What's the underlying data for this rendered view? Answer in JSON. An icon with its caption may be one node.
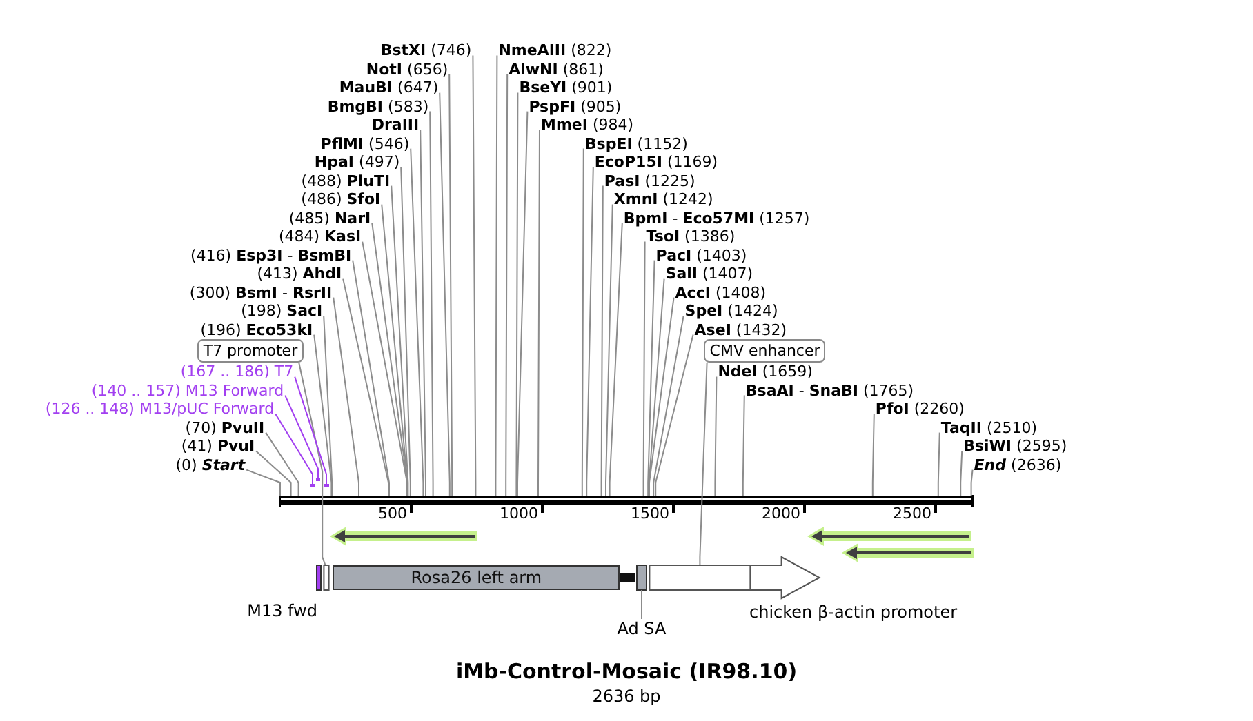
{
  "diagram": {
    "title": "iMb-Control-Mosaic (IR98.10)",
    "caption": "2636 bp",
    "nodes": [
      {
        "text": [
          "(488) **PluTI**"
        ]
      },
      {
        "text": [
          "(486) **SfoI**"
        ]
      },
      {
        "text": [
          "(485) **NarI**"
        ]
      },
      {
        "text": [
          "(484) **KasI**"
        ]
      },
      {
        "text": [
          "(416) **Esp3I** - **BsmBI**"
        ]
      },
      {
        "text": [
          "(413) **AhdI**"
        ]
      },
      {
        "text": [
          "(300) **BsmI** - **RsrII**"
        ]
      },
      {
        "text": [
          "(198) **SacI**"
        ]
      },
      {
        "text": [
          "(196) **Eco53kI**"
        ]
      },
      {
        "text": [
          "T7 promoter"
        ]
      },
      {
        "text": [
          "(167 .. 186) T7"
        ]
      },
      {
        "text": [
          "(140 .. 157) M13 Forward"
        ]
      },
      {
        "text": [
          "(126 .. 148) M13/pUC Forward"
        ]
      },
      {
        "text": [
          "(70) **PvuII**"
        ]
      },
      {
        "text": [
          "(41) **PvuI**"
        ]
      },
      {
        "text": [
          "(0) **Start**"
        ]
      },
      {
        "text": [
          "**HpaI** (497)"
        ]
      },
      {
        "text": [
          "**PflMI** (546)"
        ]
      },
      {
        "text": [
          "**DraIII**"
        ]
      },
      {
        "text": [
          "**BmgBI** (583)"
        ]
      },
      {
        "text": [
          "**MauBI** (647)"
        ]
      },
      {
        "text": [
          "**NotI** (656)"
        ]
      },
      {
        "text": [
          "**BstXI** (746)"
        ]
      },
      {
        "text": [
          "**NmeAIII** (822)"
        ]
      },
      {
        "text": [
          "**AlwNI** (861)"
        ]
      },
      {
        "text": [
          "**BseYI** (901)"
        ]
      },
      {
        "text": [
          "**PspFI** (905)"
        ]
      },
      {
        "text": [
          "**MmeI** (984)"
        ]
      },
      {
        "text": [
          "**BspEI** (1152)"
        ]
      },
      {
        "text": [
          "**EcoP15I** (1169)"
        ]
      },
      {
        "text": [
          "**PasI** (1225)"
        ]
      },
      {
        "text": [
          "**XmnI** (1242)"
        ]
      },
      {
        "text": [
          "**BpmI** - **Eco57MI** (1257)"
        ]
      },
      {
        "text": [
          "**TsoI** (1386)"
        ]
      },
      {
        "text": [
          "**PacI** (1403)"
        ]
      },
      {
        "text": [
          "**SalI** (1407)"
        ]
      },
      {
        "text": [
          "**AccI** (1408)"
        ]
      },
      {
        "text": [
          "**SpeI** (1424)"
        ]
      },
      {
        "text": [
          "**AseI** (1432)"
        ]
      },
      {
        "text": [
          "CMV enhancer"
        ]
      },
      {
        "text": [
          "**NdeI** (1659)"
        ]
      },
      {
        "text": [
          "**BsaAI** - **SnaBI** (1765)"
        ]
      },
      {
        "text": [
          "**PfoI** (2260)"
        ]
      },
      {
        "text": [
          "**TaqII** (2510)"
        ]
      },
      {
        "text": [
          "**BsiWI** (2595)"
        ]
      },
      {
        "text": [
          "**End** (2636)"
        ]
      },
      {
        "text": [],
        "shape": "bar"
      },
      {
        "text": [],
        "shape": "bar"
      },
      {
        "text": [],
        "shape": "bar"
      },
      {
        "text": [],
        "shape": "bar"
      },
      {
        "text": [],
        "shape": "arrow"
      },
      {
        "text": [],
        "shape": "arrow"
      },
      {
        "text": [],
        "shape": "arrow"
      },
      {
        "text": [],
        "shape": "bar",
        "beside": [
          "M13 fwd"
        ]
      },
      {
        "text": [],
        "shape": "box"
      },
      {
        "text": [
          "Rosa26 left arm"
        ]
      },
      {
        "text": [],
        "shape": "bar"
      },
      {
        "text": [],
        "shape": "box"
      },
      {
        "text": [],
        "shape": "box"
      },
      {
        "text": [],
        "shape": "arrow",
        "beside": [
          "chicken β-actin promoter"
        ]
      },
      {
        "text": [
          "Ad SA"
        ]
      }
    ],
    "edges": [
      {
        "from": 0,
        "to": 49,
        "arrow": "none"
      },
      {
        "from": 1,
        "to": 49,
        "arrow": "none"
      },
      {
        "from": 2,
        "to": 49,
        "arrow": "none"
      },
      {
        "from": 3,
        "to": 49,
        "arrow": "none"
      },
      {
        "from": 4,
        "to": 49,
        "arrow": "none"
      },
      {
        "from": 5,
        "to": 49,
        "arrow": "none"
      },
      {
        "from": 6,
        "to": 49,
        "arrow": "none"
      },
      {
        "from": 7,
        "to": 49,
        "arrow": "none"
      },
      {
        "from": 8,
        "to": 49,
        "arrow": "none"
      },
      {
        "from": 9,
        "to": 54,
        "arrow": "none"
      },
      {
        "from": 10,
        "to": 48,
        "arrow": "none",
        "color": "#a23ff0"
      },
      {
        "from": 11,
        "to": 47,
        "arrow": "none",
        "color": "#a23ff0"
      },
      {
        "from": 12,
        "to": 46,
        "arrow": "none",
        "color": "#a23ff0"
      },
      {
        "from": 13,
        "to": 49,
        "arrow": "none"
      },
      {
        "from": 14,
        "to": 49,
        "arrow": "none"
      },
      {
        "from": 15,
        "to": 49,
        "arrow": "none"
      },
      {
        "from": 16,
        "to": 49,
        "arrow": "none"
      },
      {
        "from": 17,
        "to": 49,
        "arrow": "none"
      },
      {
        "from": 18,
        "to": 49,
        "arrow": "none"
      },
      {
        "from": 19,
        "to": 49,
        "arrow": "none"
      },
      {
        "from": 20,
        "to": 49,
        "arrow": "none"
      },
      {
        "from": 21,
        "to": 49,
        "arrow": "none"
      },
      {
        "from": 22,
        "to": 49,
        "arrow": "none"
      },
      {
        "from": 23,
        "to": 49,
        "arrow": "none"
      },
      {
        "from": 24,
        "to": 49,
        "arrow": "none"
      },
      {
        "from": 25,
        "to": 49,
        "arrow": "none"
      },
      {
        "from": 26,
        "to": 49,
        "arrow": "none"
      },
      {
        "from": 27,
        "to": 49,
        "arrow": "none"
      },
      {
        "from": 28,
        "to": 49,
        "arrow": "none"
      },
      {
        "from": 29,
        "to": 49,
        "arrow": "none"
      },
      {
        "from": 30,
        "to": 49,
        "arrow": "none"
      },
      {
        "from": 31,
        "to": 49,
        "arrow": "none"
      },
      {
        "from": 32,
        "to": 49,
        "arrow": "none"
      },
      {
        "from": 33,
        "to": 49,
        "arrow": "none"
      },
      {
        "from": 34,
        "to": 49,
        "arrow": "none"
      },
      {
        "from": 35,
        "to": 49,
        "arrow": "none"
      },
      {
        "from": 36,
        "to": 49,
        "arrow": "none"
      },
      {
        "from": 37,
        "to": 49,
        "arrow": "none"
      },
      {
        "from": 38,
        "to": 49,
        "arrow": "none"
      },
      {
        "from": 39,
        "to": 58,
        "arrow": "none"
      },
      {
        "from": 40,
        "to": 49,
        "arrow": "none"
      },
      {
        "from": 41,
        "to": 49,
        "arrow": "none"
      },
      {
        "from": 42,
        "to": 49,
        "arrow": "none"
      },
      {
        "from": 43,
        "to": 49,
        "arrow": "none"
      },
      {
        "from": 44,
        "to": 49,
        "arrow": "none"
      },
      {
        "from": 45,
        "to": 49,
        "arrow": "none"
      },
      {
        "from": 60,
        "to": 57,
        "arrow": "none"
      }
    ],
    "labels": [
      "500",
      "1000",
      "1500",
      "2000",
      "2500"
    ]
  }
}
